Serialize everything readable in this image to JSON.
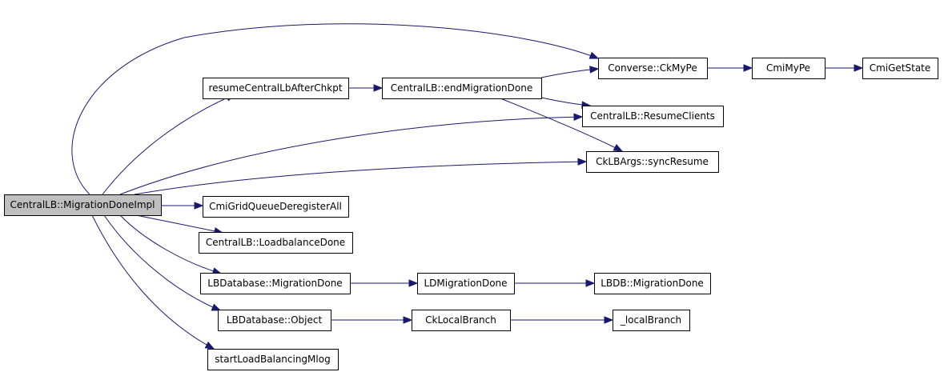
{
  "diagram": {
    "root": "CentralLB::MigrationDoneImpl",
    "nodes": {
      "migration_done_impl": "CentralLB::MigrationDoneImpl",
      "resume_central_lb_after_chkpt": "resumeCentralLbAfterChkpt",
      "central_lb_end_migration_done": "CentralLB::endMigrationDone",
      "converse_ck_my_pe": "Converse::CkMyPe",
      "cmi_my_pe": "CmiMyPe",
      "cmi_get_state": "CmiGetState",
      "central_lb_resume_clients": "CentralLB::ResumeClients",
      "ck_lb_args_sync_resume": "CkLBArgs::syncResume",
      "cmi_grid_queue_deregister_all": "CmiGridQueueDeregisterAll",
      "central_lb_loadbalance_done": "CentralLB::LoadbalanceDone",
      "lb_database_migration_done": "LBDatabase::MigrationDone",
      "ld_migration_done": "LDMigrationDone",
      "lbdb_migration_done": "LBDB::MigrationDone",
      "lb_database_object": "LBDatabase::Object",
      "ck_local_branch": "CkLocalBranch",
      "local_branch": "_localBranch",
      "start_load_balancing_mlog": "startLoadBalancingMlog"
    },
    "edges": [
      [
        "migration_done_impl",
        "converse_ck_my_pe"
      ],
      [
        "migration_done_impl",
        "resume_central_lb_after_chkpt"
      ],
      [
        "migration_done_impl",
        "central_lb_resume_clients"
      ],
      [
        "migration_done_impl",
        "ck_lb_args_sync_resume"
      ],
      [
        "migration_done_impl",
        "cmi_grid_queue_deregister_all"
      ],
      [
        "migration_done_impl",
        "central_lb_loadbalance_done"
      ],
      [
        "migration_done_impl",
        "lb_database_migration_done"
      ],
      [
        "migration_done_impl",
        "lb_database_object"
      ],
      [
        "migration_done_impl",
        "start_load_balancing_mlog"
      ],
      [
        "resume_central_lb_after_chkpt",
        "central_lb_end_migration_done"
      ],
      [
        "central_lb_end_migration_done",
        "converse_ck_my_pe"
      ],
      [
        "central_lb_end_migration_done",
        "central_lb_resume_clients"
      ],
      [
        "central_lb_end_migration_done",
        "ck_lb_args_sync_resume"
      ],
      [
        "converse_ck_my_pe",
        "cmi_my_pe"
      ],
      [
        "cmi_my_pe",
        "cmi_get_state"
      ],
      [
        "lb_database_migration_done",
        "ld_migration_done"
      ],
      [
        "ld_migration_done",
        "lbdb_migration_done"
      ],
      [
        "lb_database_object",
        "ck_local_branch"
      ],
      [
        "ck_local_branch",
        "local_branch"
      ]
    ],
    "colors": {
      "edge": "#191970",
      "root_fill": "#bfbfbf",
      "node_fill": "#ffffff",
      "node_border": "#000000"
    }
  }
}
